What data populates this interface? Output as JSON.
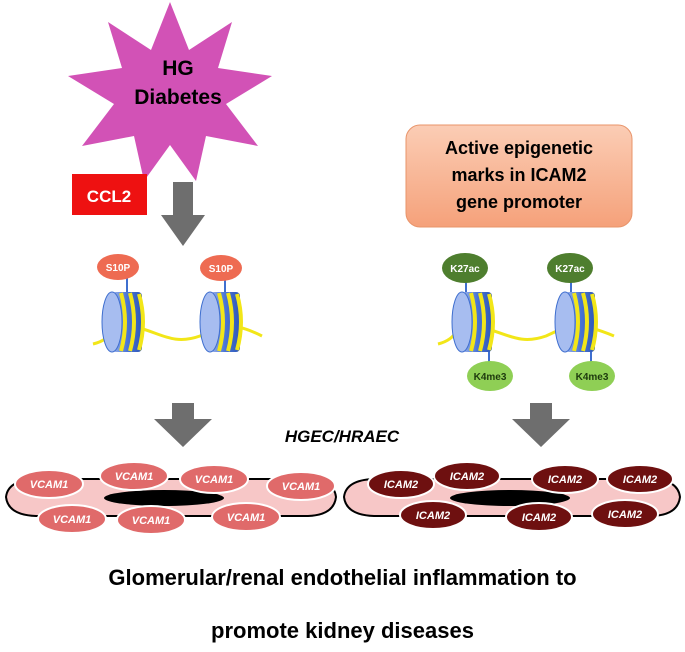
{
  "stimulus": {
    "line1": "HG",
    "line2": "Diabetes"
  },
  "ccl2": "CCL2",
  "epigenetic_box": {
    "line1": "Active epigenetic",
    "line2": "marks in ICAM2",
    "line3": "gene promoter"
  },
  "marks": {
    "left": "S10P",
    "right_top": "K27ac",
    "right_bottom": "K4me3"
  },
  "cell_label": "HGEC/HRAEC",
  "left_cell_label": "VCAM1",
  "right_cell_label": "ICAM2",
  "caption": {
    "line1": "Glomerular/renal endothelial inflammation to",
    "line2": "promote kidney diseases"
  },
  "colors": {
    "star": "#d252b6",
    "ccl2": "#ee1111",
    "box_fill": "#f7ae8c",
    "arrow": "#6e6e6e",
    "s10p": "#ee6b52",
    "k27ac": "#4e7e2e",
    "k4me3": "#8fcf55",
    "nucleosome": "#3f6fcf",
    "dna": "#f2e618",
    "cell_fill": "#f7c7c7",
    "vcam": "#e06a6a",
    "icam": "#6e1010"
  }
}
